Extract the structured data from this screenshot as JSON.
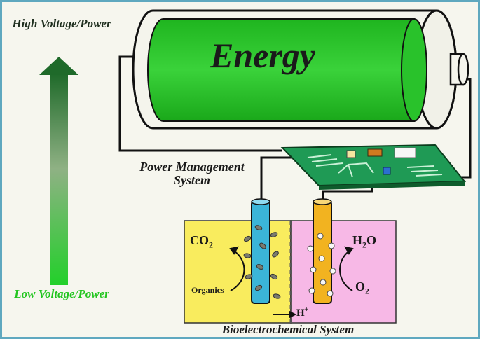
{
  "labels": {
    "high_voltage": "High Voltage/Power",
    "low_voltage": "Low Voltage/Power",
    "energy": "Energy",
    "power_management": "Power Management System",
    "bioelectrochemical": "Bioelectrochemical System"
  },
  "chemistry": {
    "co2": "CO",
    "co2_sub": "2",
    "organics": "Organics",
    "h2o_h": "H",
    "h2o_sub": "2",
    "h2o_o": "O",
    "o2": "O",
    "o2_sub": "2",
    "proton": "H",
    "proton_sup": "+"
  },
  "colors": {
    "battery_green": "#22c51f",
    "anode_chamber": "#f9ec5e",
    "cathode_chamber": "#f7b8e6",
    "anode_electrode": "#3bb5d8",
    "cathode_electrode": "#f2b320",
    "circuit_board": "#1f9a55"
  }
}
